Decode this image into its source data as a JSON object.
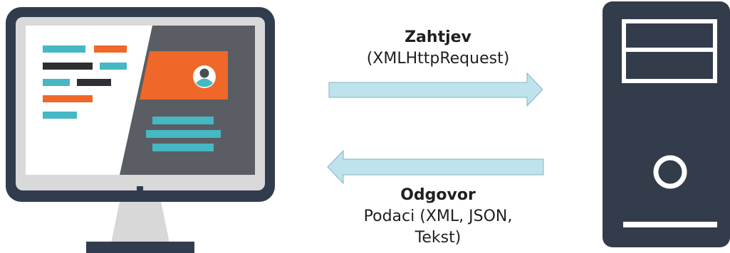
{
  "request": {
    "title": "Zahtjev",
    "subtitle": "(XMLHttpRequest)"
  },
  "response": {
    "title": "Odgovor",
    "line1": "Podaci (XML, JSON,",
    "line2": "Tekst)"
  },
  "colors": {
    "frame": "#313c4e",
    "bezel": "#5a5d63",
    "screen_bg": "#ffffff",
    "teal": "#45b8c4",
    "orange": "#f0672a",
    "dark_bar": "#2d2f33",
    "stand": "#d8d8d8",
    "arrow_fill": "#bfe3ec",
    "arrow_stroke": "#7fb4c4",
    "server": "#323c4b"
  },
  "icons": {
    "client": "desktop-monitor-icon",
    "server": "server-tower-icon",
    "avatar": "user-avatar-icon"
  }
}
